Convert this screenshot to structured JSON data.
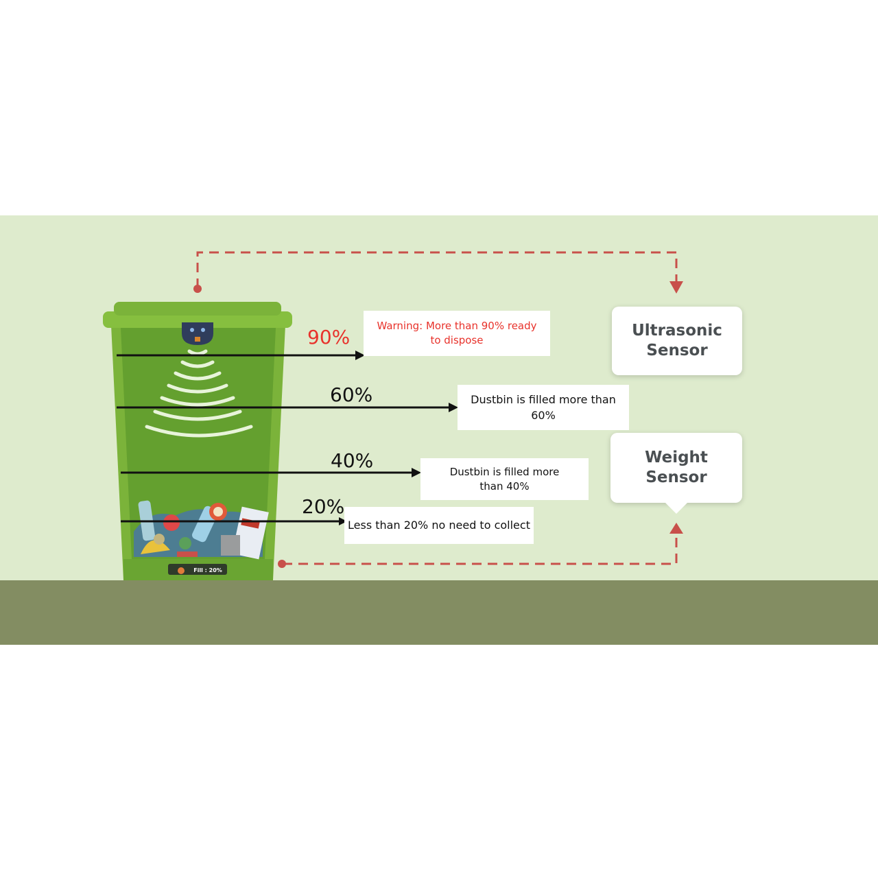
{
  "sensors": {
    "ultrasonic": "Ultrasonic\nSensor",
    "weight": "Weight\nSensor"
  },
  "display": {
    "fill_label": "Fill : 20%"
  },
  "levels": [
    {
      "percent": "90%",
      "note": "Warning: More than 90% ready\nto dispose",
      "color": "#e8322b"
    },
    {
      "percent": "60%",
      "note": "Dustbin is filled more than\n60%",
      "color": "#111111"
    },
    {
      "percent": "40%",
      "note": "Dustbin is filled more\nthan 40%",
      "color": "#111111"
    },
    {
      "percent": "20%",
      "note": "Less than 20% no need to collect",
      "color": "#111111"
    }
  ],
  "colors": {
    "bin_green": "#7bb33a",
    "bin_dark": "#5a8f26",
    "connector": "#c8504a",
    "warning": "#e8322b"
  }
}
